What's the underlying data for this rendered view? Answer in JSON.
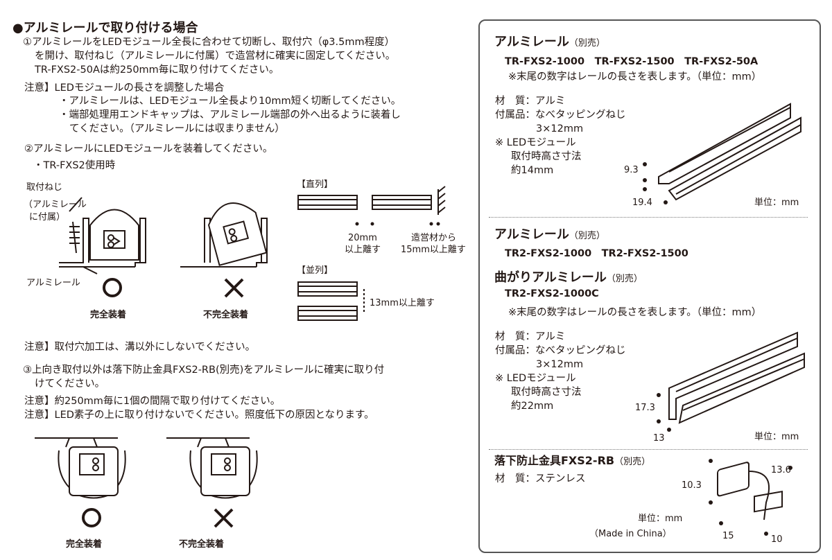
{
  "left": {
    "title": "●アルミレールで取り付ける場合",
    "step1": [
      "①アルミレールをLEDモジュール全長に合わせて切断し、取付穴（φ3.5mm程度）",
      "を開け、取付ねじ（アルミレールに付属）で造営材に確実に固定してください。",
      "TR-FXS2-50Aは約250mm毎に取り付けてください。"
    ],
    "note1": "注意】LEDモジュールの長さを調整した場合",
    "note1_bullets": [
      "・アルミレールは、LEDモジュール全長より10mm短く切断してください。",
      "・端部処理用エンドキャップは、アルミレール端部の外へ出るように装着し",
      "てください。（アルミレールには収まりません）"
    ],
    "step2": "②アルミレールにLEDモジュールを装着してください。",
    "step2_sub": "・TR-FXS2使用時",
    "diagram": {
      "screw_label": "取付ねじ",
      "screw_note1": "（アルミレール",
      "screw_note2": "に付属）",
      "rail_label": "アルミレール",
      "ok_mark": "○",
      "ok_label": "完全装着",
      "ng_mark": "×",
      "ng_label": "不完全装着",
      "series_title": "【直列】",
      "gap1": "20mm",
      "gap1b": "以上離す",
      "gap2": "造営材から",
      "gap2b": "15mm以上離す",
      "parallel_title": "【並列】",
      "gap3": "13mm以上離す"
    },
    "note2": "注意】取付穴加工は、溝以外にしないでください。",
    "step3": [
      "③上向き取付以外は落下防止金具FXS2-RB(別売)をアルミレールに確実に取り付",
      "けてください。"
    ],
    "note3": "注意】約250mm毎に1個の間隔で取り付けてください。",
    "note4": "注意】LED素子の上に取り付けないでください。照度低下の原因となります。",
    "bottom": {
      "ok_mark": "○",
      "ok_label": "完全装着",
      "ng_mark": "×",
      "ng_label": "不完全装着"
    }
  },
  "right": {
    "rail1": {
      "title": "アルミレール",
      "suffix": "（別売）",
      "codes": "TR-FXS2-1000　TR-FXS2-1500　TR-FXS2-50A",
      "note": "※末尾の数字はレールの長さを表します。（単位：mm）",
      "specs": [
        "材　質：アルミ",
        "付属品：なべタッピングねじ",
        "3×12mm",
        "※ LEDモジュール",
        "取付時高さ寸法",
        "約14mm"
      ],
      "dim_h": "9.3",
      "dim_w": "19.4",
      "unit": "単位：mm"
    },
    "rail2": {
      "title": "アルミレール",
      "suffix": "（別売）",
      "codes": "TR2-FXS2-1000　TR2-FXS2-1500"
    },
    "rail3": {
      "title": "曲がりアルミレール",
      "suffix": "（別売）",
      "codes": "TR2-FXS2-1000C",
      "note": "※末尾の数字はレールの長さを表します。（単位：mm）",
      "specs": [
        "材　質：アルミ",
        "付属品：なべタッピングねじ",
        "3×12mm",
        "※ LEDモジュール",
        "取付時高さ寸法",
        "約22mm"
      ],
      "dim_h": "17.3",
      "dim_w": "13",
      "unit": "単位：mm"
    },
    "bracket": {
      "title": "落下防止金具FXS2-RB",
      "suffix": "（別売）",
      "material": "材　質：ステンレス",
      "dim_h": "10.3",
      "dim_w": "13.6",
      "dim_d": "15",
      "dim_d2": "10",
      "unit": "単位：mm",
      "origin": "（Made in China）"
    }
  }
}
